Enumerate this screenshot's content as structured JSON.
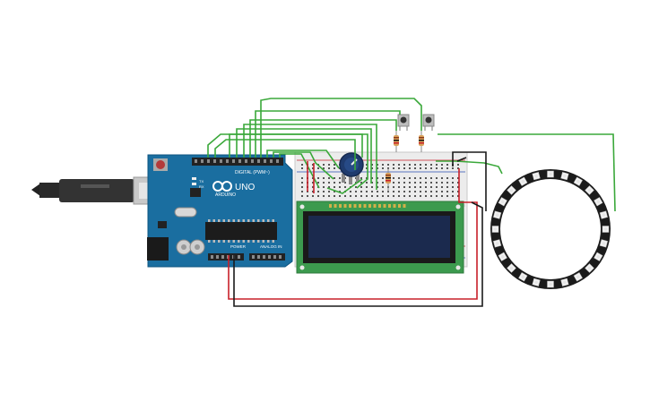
{
  "arduino": {
    "brand": "ARDUINO",
    "model": "UNO",
    "digital_label": "DIGITAL (PWM~)",
    "power_label": "POWER",
    "analog_label": "ANALOG IN",
    "tx_label": "TX",
    "rx_label": "RX"
  },
  "lcd": {
    "columns": 16,
    "rows": 2
  },
  "neopixel_ring": {
    "led_count": 24
  },
  "colors": {
    "wire_green": "#3aa83a",
    "wire_red": "#c8202a",
    "wire_black": "#1a1a1a",
    "board_blue": "#1a6ea0",
    "lcd_pcb": "#3c9a4e",
    "lcd_screen": "#1b2a4e"
  }
}
